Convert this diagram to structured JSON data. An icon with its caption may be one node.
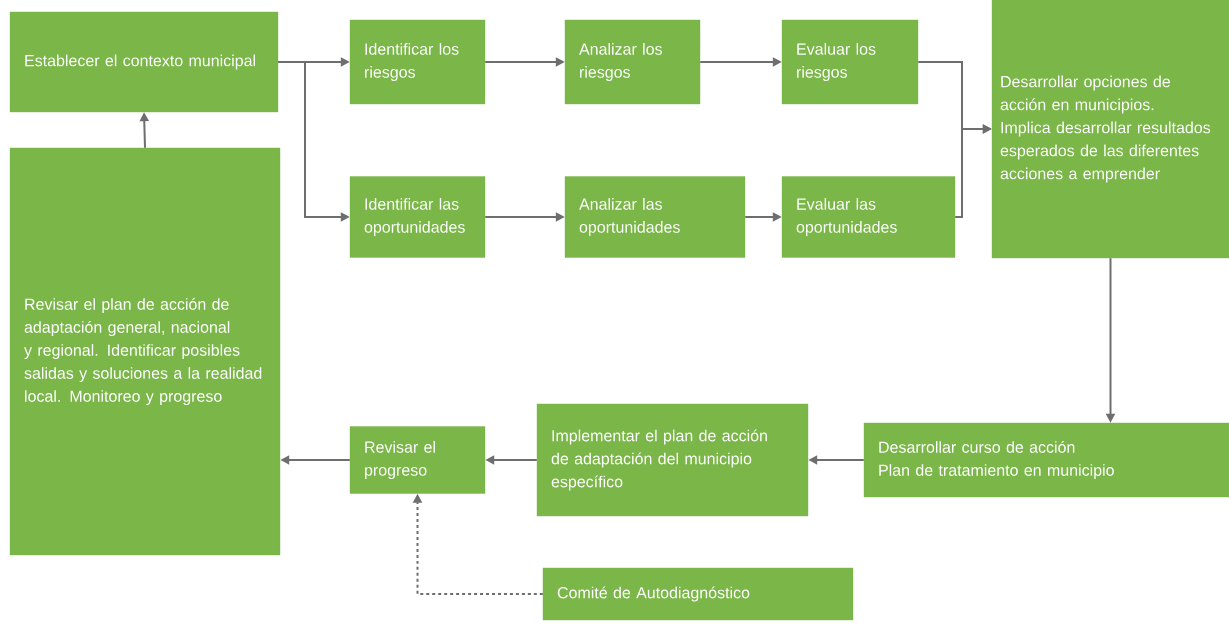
{
  "diagram": {
    "nodes": [
      {
        "text": [
          "Establecer el contexto municipal"
        ]
      },
      {
        "text": [
          "Identificar los riesgos"
        ]
      },
      {
        "text": [
          "Analizar los riesgos"
        ]
      },
      {
        "text": [
          "Evaluar los riesgos"
        ]
      },
      {
        "text": [
          "Identificar las oportunidades"
        ]
      },
      {
        "text": [
          "Analizar las oportunidades"
        ]
      },
      {
        "text": [
          "Evaluar las oportunidades"
        ]
      },
      {
        "text": [
          "Desarrollar opciones de acción en municipios. Implica desarrollar resultados esperados de las diferentes acciones a emprender"
        ]
      },
      {
        "text": [
          "Desarrollar curso de acción",
          "Plan de tratamiento en municipio"
        ]
      },
      {
        "text": [
          "Implementar el plan de acción de adaptación del municipio específico"
        ]
      },
      {
        "text": [
          "Revisar el progreso"
        ]
      },
      {
        "text": [
          "Revisar el plan de acción de adaptación general, nacional y regional. Identificar posibles salidas y soluciones a la realidad local. Monitoreo y progreso"
        ]
      },
      {
        "text": [
          "Comité de Autodiagnóstico"
        ]
      }
    ],
    "edges": [
      {
        "from": 0,
        "to": 1,
        "arrow": "to"
      },
      {
        "from": 0,
        "to": 4,
        "arrow": "to"
      },
      {
        "from": 1,
        "to": 2,
        "arrow": "to"
      },
      {
        "from": 2,
        "to": 3,
        "arrow": "to"
      },
      {
        "from": 4,
        "to": 5,
        "arrow": "to"
      },
      {
        "from": 5,
        "to": 6,
        "arrow": "to"
      },
      {
        "from": 3,
        "to": 7,
        "arrow": "to"
      },
      {
        "from": 6,
        "to": 7,
        "arrow": "to"
      },
      {
        "from": 7,
        "to": 8,
        "arrow": "to"
      },
      {
        "from": 8,
        "to": 9,
        "arrow": "to"
      },
      {
        "from": 9,
        "to": 10,
        "arrow": "to"
      },
      {
        "from": 10,
        "to": 11,
        "arrow": "to"
      },
      {
        "from": 11,
        "to": 0,
        "arrow": "to"
      },
      {
        "from": 12,
        "to": 10,
        "arrow": "to",
        "style": "dashed"
      }
    ]
  }
}
